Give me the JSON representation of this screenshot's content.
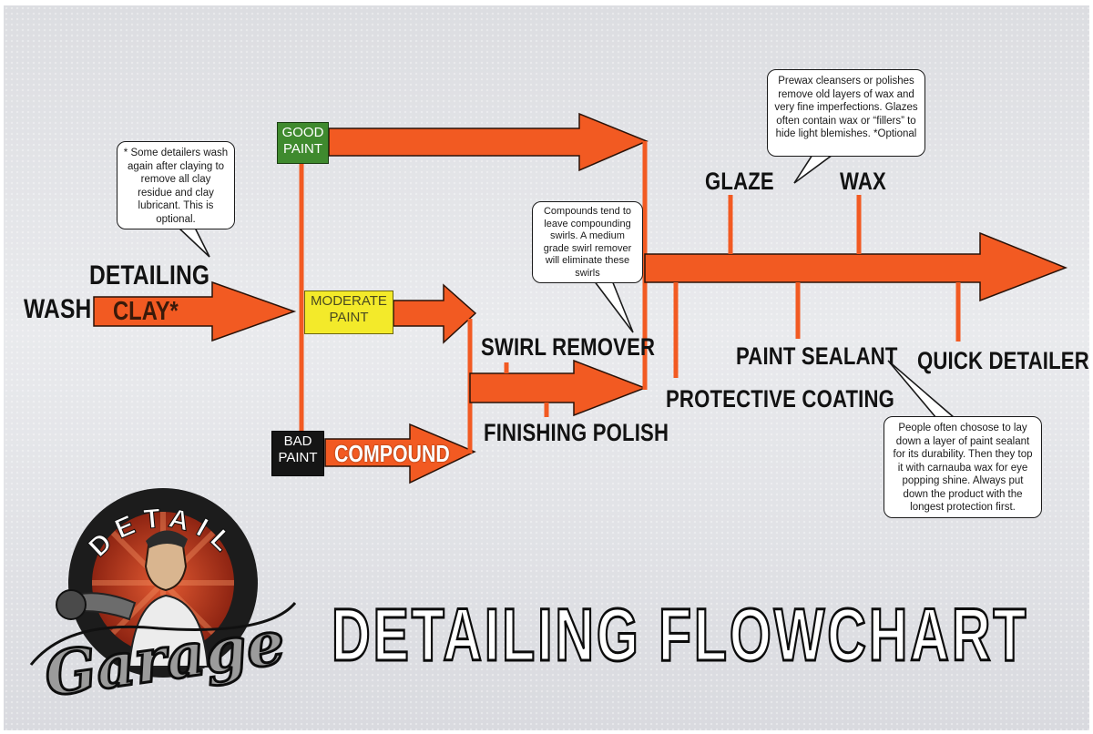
{
  "title": "DETAILING FLOWCHART",
  "steps": {
    "wash": "WASH",
    "detailing": "DETAILING",
    "clay": "CLAY*",
    "good_paint": [
      "GOOD",
      "PAINT"
    ],
    "moderate_paint": [
      "MODERATE",
      "PAINT"
    ],
    "bad_paint": [
      "BAD",
      "PAINT"
    ],
    "compound": "COMPOUND",
    "swirl_remover": "SWIRL REMOVER",
    "finishing_polish": "FINISHING POLISH",
    "glaze": "GLAZE",
    "wax": "WAX",
    "protective_coating": "PROTECTIVE COATING",
    "paint_sealant": "PAINT SEALANT",
    "quick_detailer": "QUICK DETAILER"
  },
  "notes": {
    "wash": "* Some detailers wash again after claying to remove all clay residue and clay lubricant. This is optional.",
    "compounds": "Compounds tend to leave compounding swirls. A medium grade swirl remover will eliminate these swirls",
    "prewax": "Prewax cleansers or polishes remove old layers of wax and very fine imperfections. Glazes often contain wax or “fillers” to hide light blemishes. *Optional",
    "sealant": "People often chosose to lay down a layer of paint sealant for its durability. Then they top it with carnauba wax for eye popping shine. Always put down the product with the longest protection first."
  },
  "logo": {
    "ring_text": "DETAIL",
    "wordmark": "Garage"
  },
  "colors": {
    "arrow": "#f25a22",
    "arrow_outline": "#2a1208",
    "good": "#3f8a2e",
    "moderate": "#f3ea2a",
    "bad": "#151515",
    "logo_red": "#c23a1f"
  }
}
